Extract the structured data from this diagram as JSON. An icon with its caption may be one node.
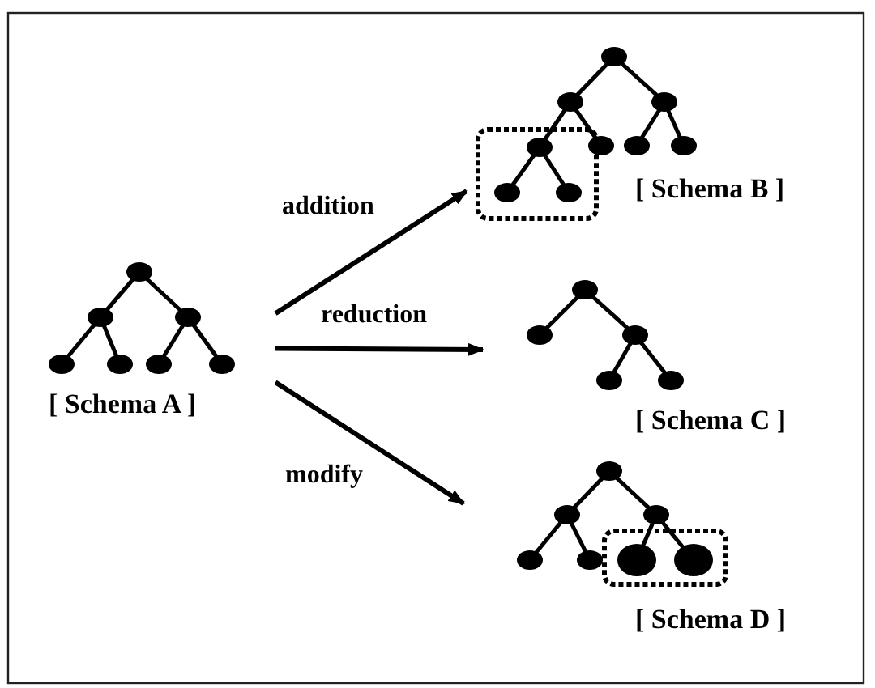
{
  "diagram": {
    "nodes": [
      {
        "text": [
          "[ Schema A ]"
        ]
      },
      {
        "text": [
          "[ Schema B ]"
        ]
      },
      {
        "text": [
          "[ Schema C ]"
        ]
      },
      {
        "text": [
          "[ Schema D ]"
        ]
      }
    ],
    "edges": [
      {
        "from": 0,
        "to": 1,
        "arrow": "to",
        "label": "addition"
      },
      {
        "from": 0,
        "to": 2,
        "arrow": "to",
        "label": "reduction"
      },
      {
        "from": 0,
        "to": 3,
        "arrow": "to",
        "label": "modify"
      }
    ]
  }
}
